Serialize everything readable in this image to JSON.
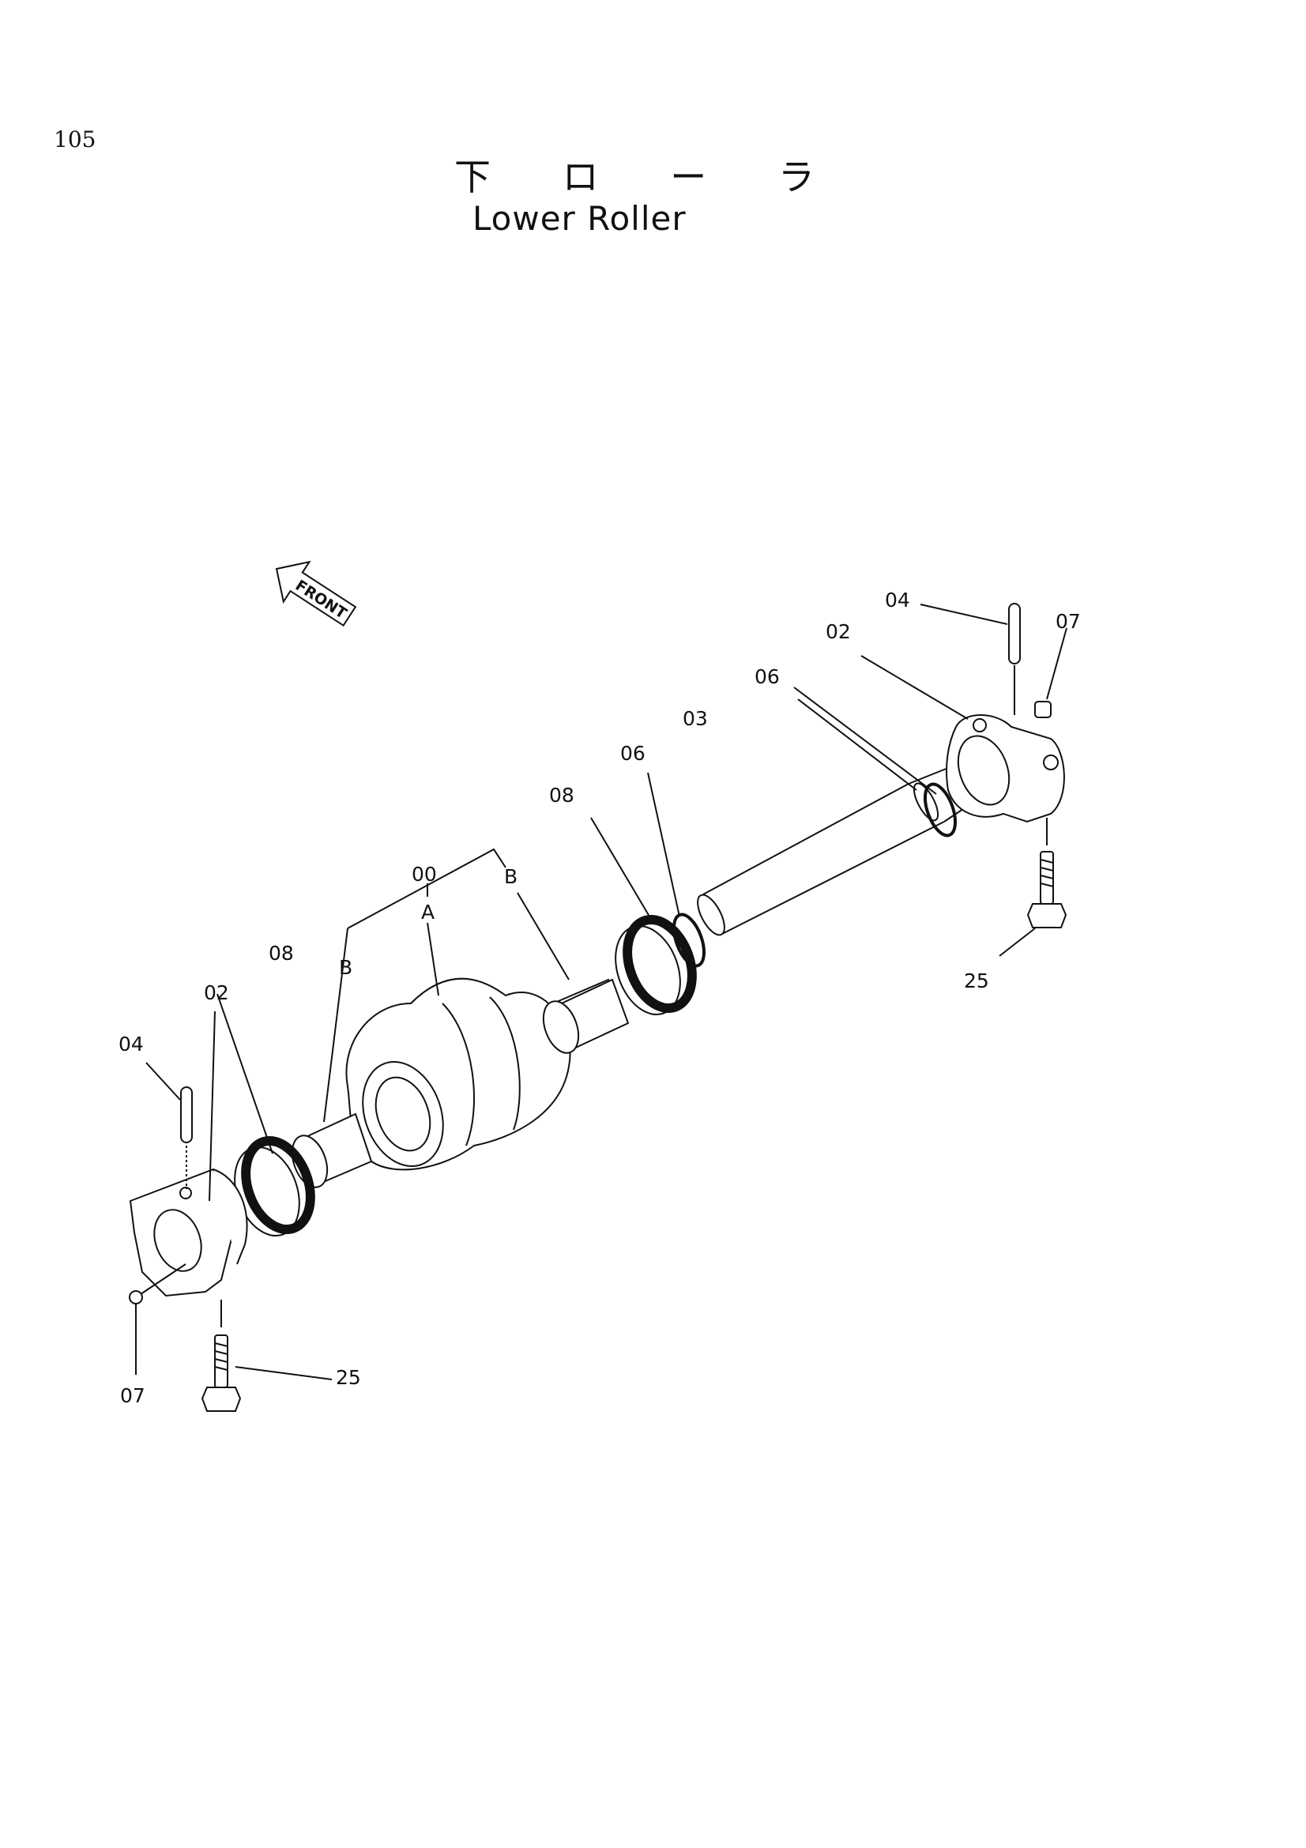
{
  "page": {
    "number": "105"
  },
  "title": {
    "japanese": "下 ロ ー ラ",
    "english": "Lower Roller"
  },
  "front_arrow": {
    "label": "FRONT"
  },
  "callouts": {
    "assembly": "00",
    "roller_core": "A",
    "bushing_left": "B",
    "bushing_right": "B",
    "shaft": "03",
    "left": {
      "collar": "02",
      "pin": "04",
      "plug": "07",
      "seal": "08",
      "bolt": "25"
    },
    "right": {
      "collar": "02",
      "pin": "04",
      "plug": "07",
      "seal": "08",
      "oring_inner": "06",
      "oring_outer": "06",
      "bolt": "25"
    }
  }
}
